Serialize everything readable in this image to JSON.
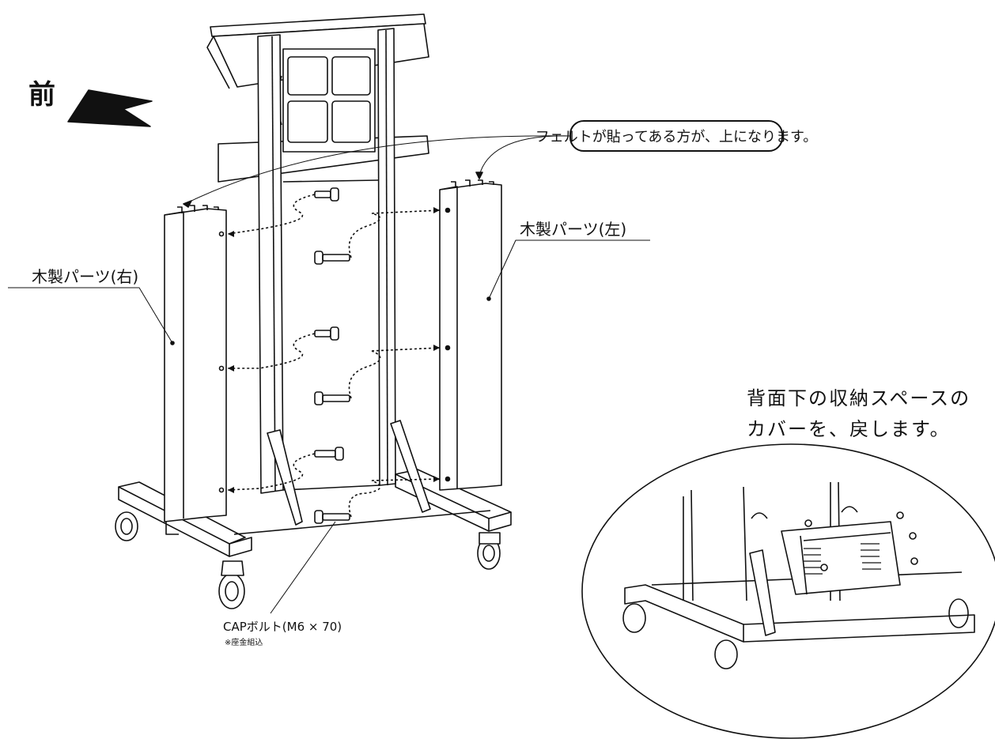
{
  "front_label": "前",
  "callouts": {
    "felt_side": "フェルトが貼ってある方が、上になります。",
    "wood_left": "木製パーツ(左)",
    "wood_right": "木製パーツ(右)",
    "bolt": "CAPボルト(M6 × 70)",
    "bolt_note": "※座金組込"
  },
  "inset": {
    "caption_line1": "背面下の収納スペースの",
    "caption_line2": "カバーを、戻します。"
  }
}
